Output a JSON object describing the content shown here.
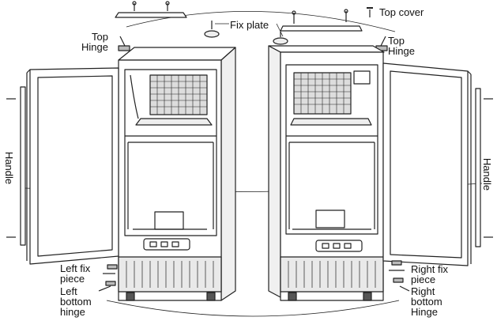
{
  "labels": {
    "top_cover": "Top cover",
    "fix_plate": "Fix plate",
    "top_hinge_left": "Top\nHinge",
    "top_hinge_right": "Top\nHinge",
    "handle_left": "Handle",
    "handle_right": "Handle",
    "left_fix_piece": "Left fix\npiece",
    "left_bottom_hinge": "Left\nbottom\nhinge",
    "right_fix_piece": "Right fix\npiece",
    "right_bottom_hinge": "Right\nbottom\nHinge"
  },
  "colors": {
    "line": "#222222",
    "panel": "#f2f2f2",
    "grille": "#cccccc",
    "ice": "#dddddd"
  }
}
